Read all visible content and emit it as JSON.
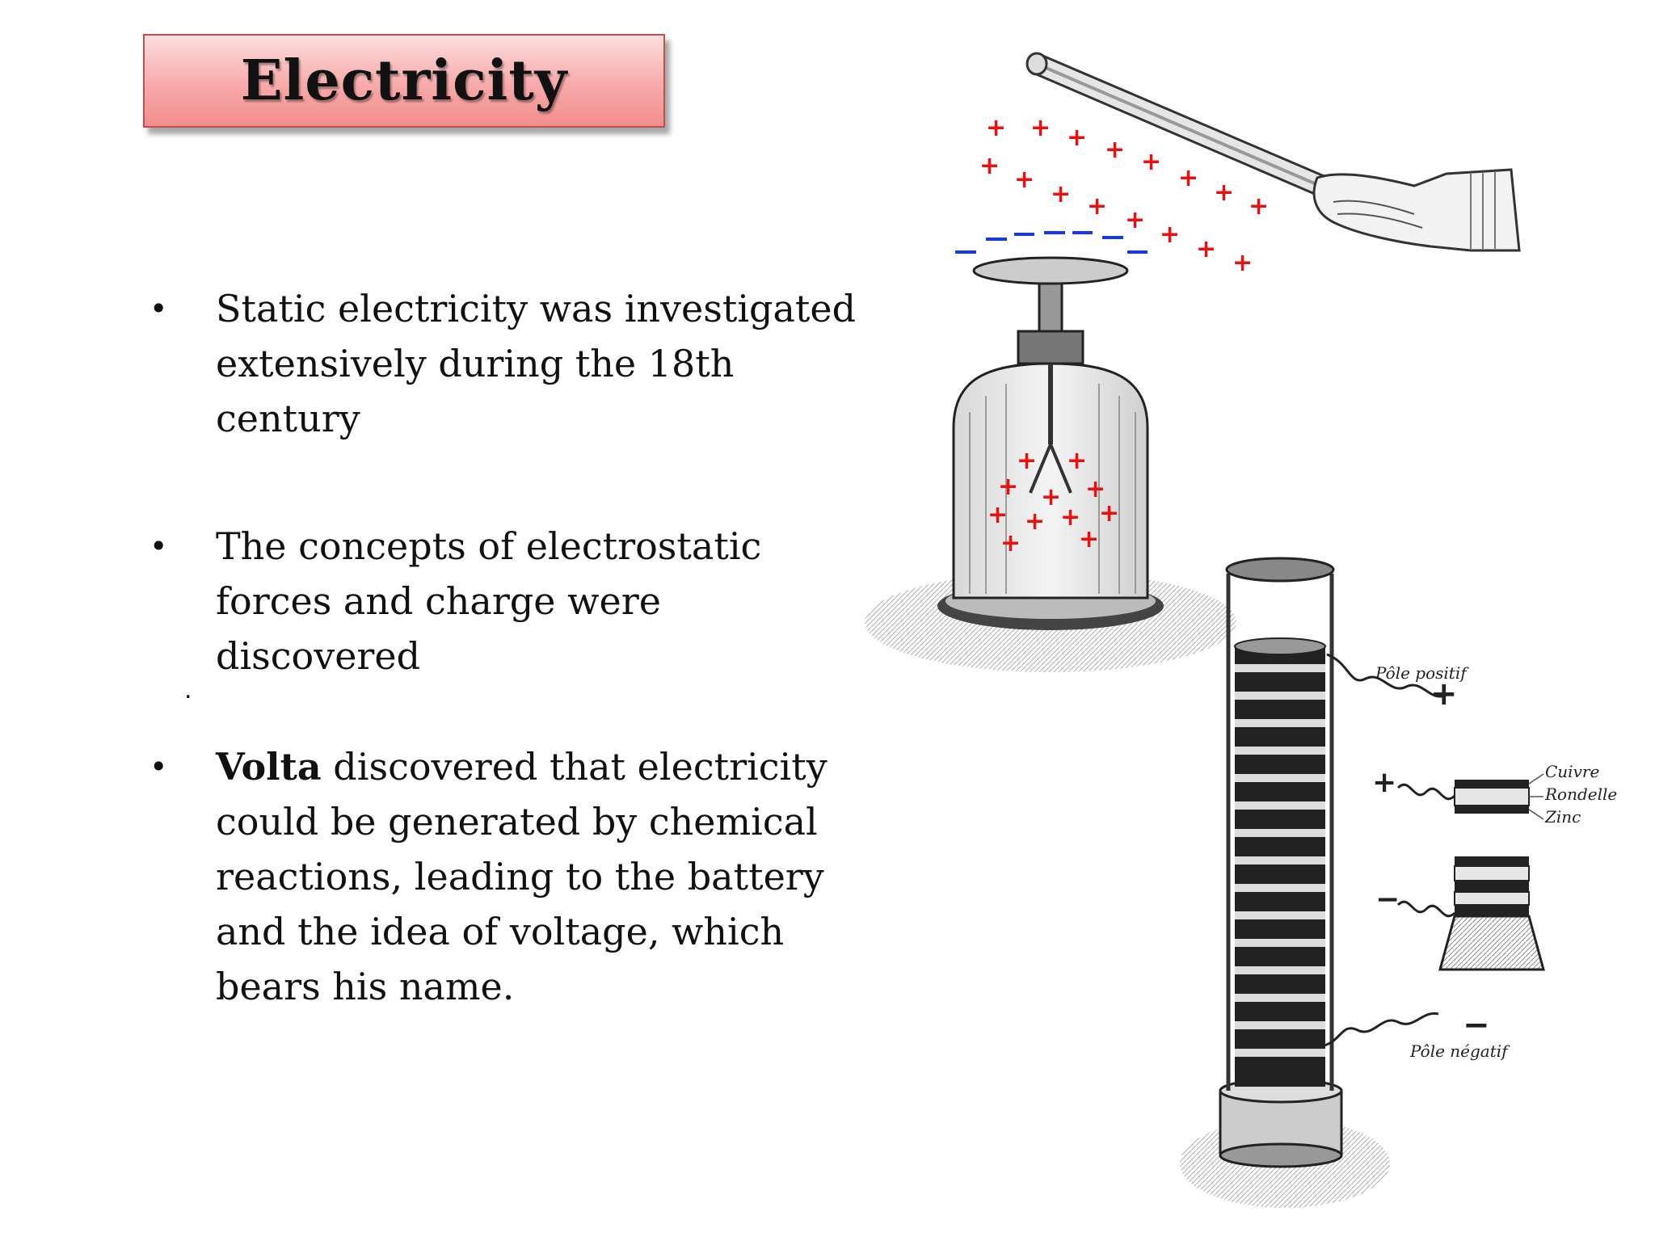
{
  "slide": {
    "title": "Electricity",
    "bullets": [
      {
        "bold": "",
        "text": "Static electricity was investigated extensively during the 18th century"
      },
      {
        "bold": "",
        "text": "The concepts of electrostatic forces and charge were discovered"
      },
      {
        "bold": "Volta",
        "text": " discovered that electricity could be generated by chemical reactions, leading to the battery and the idea of voltage, which bears his name."
      }
    ],
    "stray_mark": "."
  },
  "figure": {
    "pile_labels": {
      "positive_pole": "Pôle positif",
      "negative_pole": "Pôle négatif",
      "copper": "Cuivre",
      "washer": "Rondelle",
      "zinc": "Zinc"
    },
    "colors": {
      "positive_charge": "#e81010",
      "negative_charge": "#1a3cd6"
    }
  }
}
